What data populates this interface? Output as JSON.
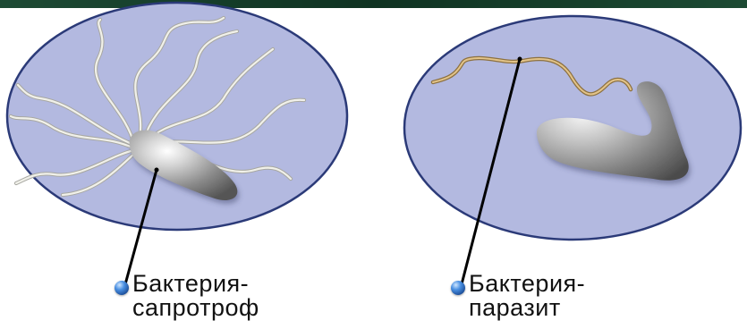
{
  "labels": {
    "saprotroph": {
      "line1": "Бактерия-",
      "line2": "сапротроф"
    },
    "parasite": {
      "line1": "Бактерия-",
      "line2": "паразит"
    }
  },
  "colors": {
    "top_banner": "#123d2a",
    "circle_fill": "#b3b9e0",
    "circle_stroke": "#2b3a78",
    "bacterium_body": "#9a9a9a",
    "flagella_saprotroph": "#e8e8e2",
    "flagellum_parasite": "#c9a46a",
    "pointer_line": "#000000",
    "bullet": "#3a7fd5"
  }
}
